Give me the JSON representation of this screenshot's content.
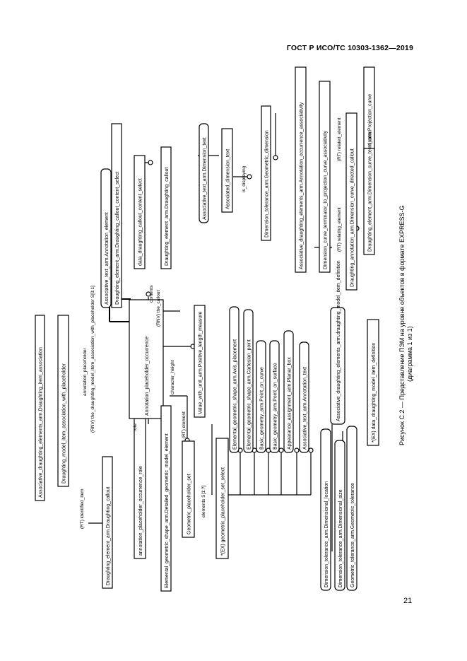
{
  "header": "ГОСТ Р ИСО/ТС 10303-1362—2019",
  "page_number": "21",
  "caption": {
    "line1": "Рисунок С.2 — Представление ПЭМ на уровне объектов в формате EXPRESS-G",
    "line2": "(диаграмма 1 из 1)"
  },
  "diagram": {
    "entities": {
      "assoc_dgm_item_assoc": "Associative_draughting_elements_arm.Draughting_item_association",
      "dgm_model_item_assoc_placeholder": "Draughting_model_item_association_with_placeholder",
      "dgm_element_callout": "Draughting_element_arm.Draughting_callout",
      "annotation_placeholder_occurrence": "Annotation_placeholder_occurrence",
      "annotation_placeholder_occurrence_role": "annotation_placeholder_occurrence_role",
      "elemental_geom_shape_detailed": "Elemental_geometric_shape_arm.Detailed_geometric_model_element",
      "geometric_placeholder_set": "Geometric_placeholder_set",
      "geometric_placeholder_set_select": "*(EX) geometric_placeholder_set_select",
      "axis_placement": "Elemental_geometric_shape_arm.Axis_placement",
      "cartesian_point": "Elemental_geometric_shape_arm.Cartesian_point",
      "point_on_curve": "Basic_geometry_arm.Point_on_curve",
      "point_on_surface": "Basic_geometry_arm.Point_on_surface",
      "planar_box": "Appearance_assignment_arm.Planar_box",
      "annotation_text": "Associative_text_arm.Annotation_text",
      "value_positive_length": "Value_with_unit_arm.Positive_length_measure",
      "dgm_callout_content_select": "data_draughting_callout_content_select",
      "dgm_element_callout_2": "Draughting_element_arm.Draughting_callout",
      "assoc_text_annotation_element": "Associative_text_arm.Annotation_element",
      "dgm_element_callout_content_select": "Draughting_element_arm.Draughting_callout_content_select",
      "assoc_text_dimension_text": "Associative_text_arm.Dimension_text",
      "associated_dimension_text": "Associated_dimension_text",
      "dimension_tolerance_geometric_dimension": "Dimension_tolerance_arm.Geometric_dimension",
      "assoc_annotation_occurrence_assoc": "Associative_draughting_elements_arm.Annotation_occurrence_associativity",
      "dim_curve_terminator_projection": "Dimension_curve_terminator_to_projection_curve_associativity",
      "projection_curve": "Draughting_element_arm.Projection_curve",
      "dimension_curve_terminator": "Draughting_element_arm.Dimension_curve_terminator",
      "draughting_annotation_dim_curve": "Draughting_annotation_arm.Dimension_curve_directed_callout",
      "dgm_model_item_definition": "*(EX) data_draughting_model_item_definition",
      "assoc_dgm_model_item_definition": "Associative_draughting_elements_arm.draughting_model_item_definition",
      "dim_tol_dimensional_location": "Dimension_tolerance_arm.Dimensional_location",
      "dim_tol_dimensional_size": "Dimension_tolerance_arm.Dimensional_size",
      "geometric_tolerance": "Geometric_tolerance_arm.Geometric_tolerance"
    },
    "relations": {
      "identified_item": "(RT) identified_item",
      "annotation_placeholder": "annotation_placeholder",
      "rnv_placeholder": "(RNV) the_draughting_model_item_association_with_placeholder S[0:1]",
      "role": "role",
      "element": "(RT) element",
      "elements": "elements S[1:?]",
      "contents": "contents",
      "rnv_callout": "(RNV) the_callout",
      "character_height": "character_height",
      "is_displaying": "is_displaying",
      "related_element": "(RT) related_element",
      "relating_element": "(RT) relating_element"
    }
  }
}
